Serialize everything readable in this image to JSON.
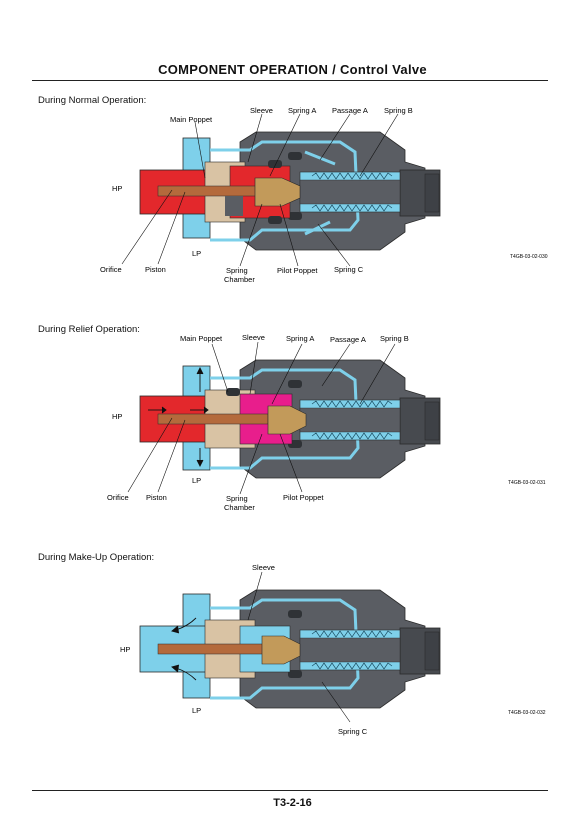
{
  "header": {
    "title": "COMPONENT OPERATION / Control Valve"
  },
  "footer": {
    "page": "T3-2-16"
  },
  "colors": {
    "body": "#5a5d63",
    "body_dark": "#3e4146",
    "red": "#e3282c",
    "magenta": "#e81e8c",
    "cyan": "#7ed0ea",
    "tan": "#d9c3a4",
    "rod": "#b46a3c",
    "poppet": "#c29a5a"
  },
  "sections": [
    {
      "title": "During Normal Operation:",
      "ref": "T4GB-03-02-030",
      "labels": {
        "main_poppet": "Main Poppet",
        "sleeve": "Sleeve",
        "spring_a": "Spring A",
        "passage_a": "Passage A",
        "spring_b": "Spring B",
        "hp": "HP",
        "lp": "LP",
        "orifice": "Orifice",
        "piston": "Piston",
        "spring_chamber_1": "Spring",
        "spring_chamber_2": "Chamber",
        "pilot_poppet": "Pilot Poppet",
        "spring_c": "Spring C"
      }
    },
    {
      "title": "During Relief Operation:",
      "ref": "T4GB-03-02-031",
      "labels": {
        "main_poppet": "Main Poppet",
        "sleeve": "Sleeve",
        "spring_a": "Spring A",
        "passage_a": "Passage A",
        "spring_b": "Spring B",
        "hp": "HP",
        "lp": "LP",
        "orifice": "Orifice",
        "piston": "Piston",
        "spring_chamber_1": "Spring",
        "spring_chamber_2": "Chamber",
        "pilot_poppet": "Pilot Poppet"
      }
    },
    {
      "title": "During Make-Up Operation:",
      "ref": "T4GB-03-02-032",
      "labels": {
        "sleeve": "Sleeve",
        "hp": "HP",
        "lp": "LP",
        "spring_c": "Spring C"
      }
    }
  ]
}
